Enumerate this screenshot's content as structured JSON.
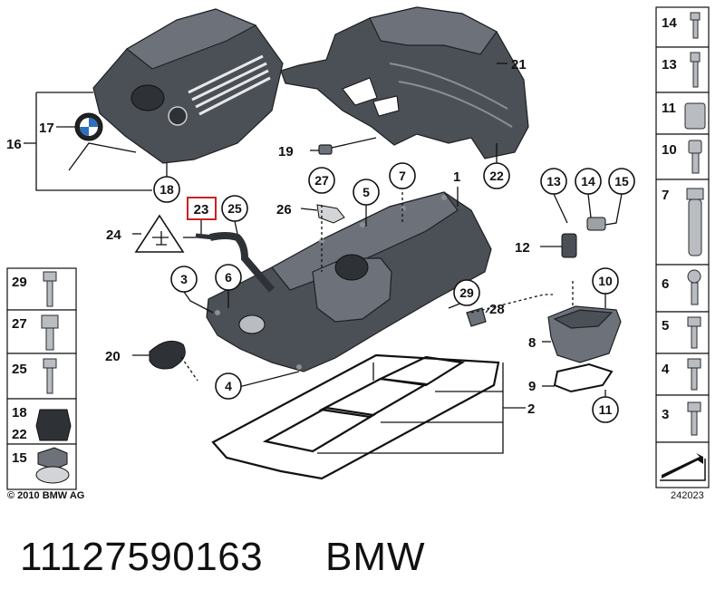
{
  "diagram": {
    "callouts": {
      "c1": "1",
      "c2": "2",
      "c3": "3",
      "c4": "4",
      "c5": "5",
      "c6": "6",
      "c7": "7",
      "c8": "8",
      "c9": "9",
      "c10": "10",
      "c11": "11",
      "c12": "12",
      "c13": "13",
      "c14": "14",
      "c15": "15",
      "c16": "16",
      "c17": "17",
      "c18": "18",
      "c19": "19",
      "c20": "20",
      "c21": "21",
      "c22": "22",
      "c23": "23",
      "c24": "24",
      "c25": "25",
      "c26": "26",
      "c27": "27",
      "c28": "28",
      "c29": "29"
    },
    "highlight_color": "#cc2222",
    "highlighted_callout": "23",
    "left_legend": [
      "29",
      "27",
      "25",
      "18",
      "22",
      "15"
    ],
    "right_legend": [
      "14",
      "13",
      "11",
      "10",
      "7",
      "6",
      "5",
      "4",
      "3"
    ]
  },
  "footer": {
    "copyright": "© 2010 BMW AG",
    "drawing_number": "242023",
    "part_number": "11127590163",
    "brand": "BMW"
  }
}
